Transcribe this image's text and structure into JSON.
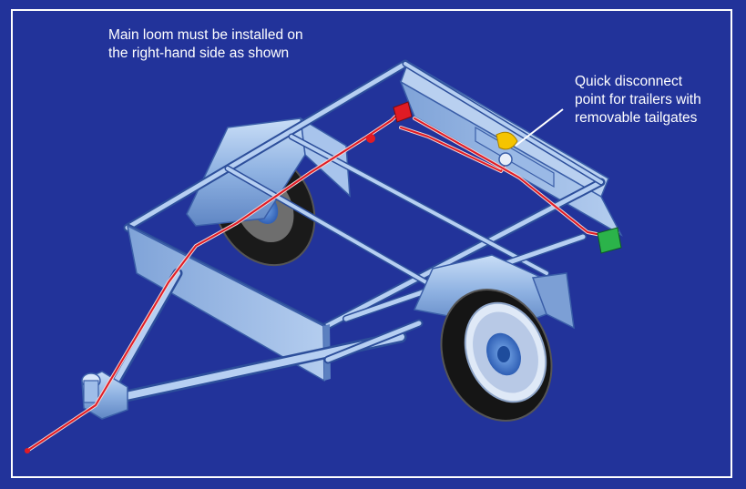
{
  "annotations": {
    "main_loom": {
      "line1": "Main loom must be installed on",
      "line2": "the right-hand side as shown"
    },
    "quick_disconnect": {
      "line1": "Quick disconnect",
      "line2": "point for trailers with",
      "line3": "removable tailgates"
    }
  },
  "colors": {
    "background": "#22339a",
    "frame_border": "#ffffff",
    "trailer_steel": "#8fb6e6",
    "wiring_loom": "#e01b24",
    "lamp_green": "#2bb34a",
    "connector_yellow": "#f5c400"
  }
}
